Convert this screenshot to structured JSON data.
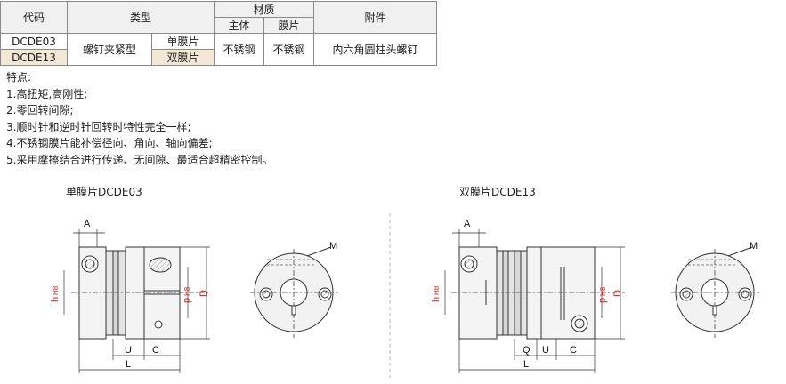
{
  "table": {
    "headers": {
      "code": "代码",
      "type": "类型",
      "material": "材质",
      "body": "主体",
      "disc": "膜片",
      "accessory": "附件"
    },
    "rows": [
      {
        "code": "DCDE03",
        "type": "螺钉夹紧型",
        "disc_type": "单膜片",
        "body_mat": "不锈钢",
        "disc_mat": "不锈钢",
        "accessory": "内六角圆柱头螺钉"
      },
      {
        "code": "DCDE13",
        "disc_type": "双膜片"
      }
    ]
  },
  "features": {
    "title": "特点:",
    "items": [
      "1.高扭矩,高刚性;",
      "2.零回转间隙;",
      "3.顺时针和逆时针回转时特性完全一样;",
      "4.不锈钢膜片能补偿径向、角向、轴向偏差;",
      "5.采用摩擦结合进行传递、无间隙、最适合超精密控制。"
    ]
  },
  "drawings": {
    "single": {
      "caption": "单膜片DCDE03",
      "labels": {
        "A": "A",
        "h": "h",
        "hsub": "H8",
        "p": "p",
        "psub": "H8",
        "D": "D",
        "U": "U",
        "C": "C",
        "L": "L",
        "M": "M"
      }
    },
    "double": {
      "caption": "双膜片DCDE13",
      "labels": {
        "A": "A",
        "h": "h",
        "hsub": "H8",
        "p": "p",
        "psub": "H8",
        "D": "D",
        "Q": "Q",
        "U": "U",
        "C": "C",
        "L": "L",
        "M": "M"
      }
    }
  },
  "colors": {
    "accent_red": "#d21e1e",
    "header_bg": "#f0f0f0",
    "selected_bg": "#f3e8d6"
  }
}
